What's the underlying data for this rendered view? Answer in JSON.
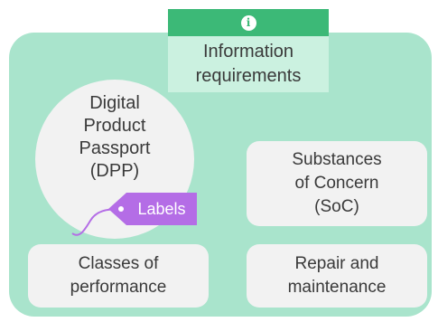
{
  "header": {
    "icon": "info-icon",
    "icon_glyph": "i",
    "title": "Information\nrequirements"
  },
  "dpp": {
    "label": "Digital\nProduct\nPassport\n(DPP)"
  },
  "tag": {
    "label": "Labels"
  },
  "boxes": {
    "soc": "Substances\nof Concern\n(SoC)",
    "classes": "Classes of\nperformance",
    "repair": "Repair and\nmaintenance"
  },
  "colors": {
    "panel": "#a9e4cc",
    "header_tab": "#3cb977",
    "header_title_bg": "#cbf1e0",
    "box_bg": "#f2f2f2",
    "tag": "#b46de6"
  }
}
